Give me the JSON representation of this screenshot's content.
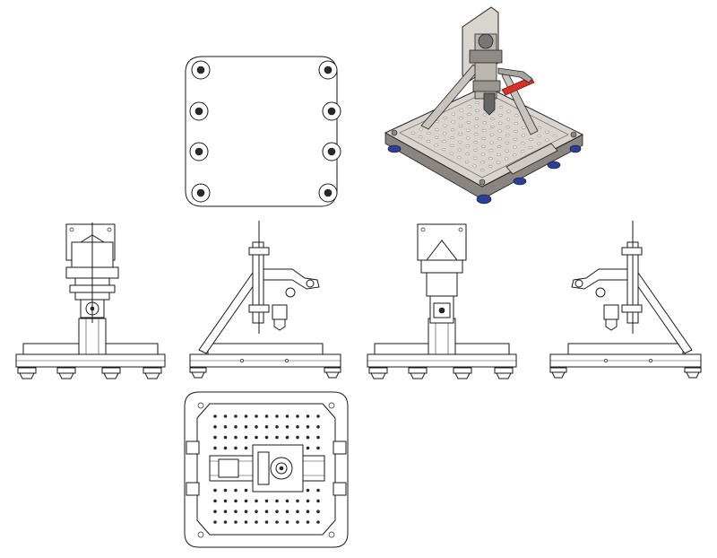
{
  "drawing": {
    "views": [
      {
        "id": "top",
        "label": ""
      },
      {
        "id": "iso",
        "label": ""
      },
      {
        "id": "front",
        "label": ""
      },
      {
        "id": "left",
        "label": ""
      },
      {
        "id": "back",
        "label": ""
      },
      {
        "id": "right",
        "label": ""
      },
      {
        "id": "bottom",
        "label": ""
      }
    ],
    "colors": {
      "line": "#1a1a1a",
      "plate": "#d9d4ce",
      "foot": "#2b3f9a",
      "highlight": "#d6322a"
    }
  }
}
